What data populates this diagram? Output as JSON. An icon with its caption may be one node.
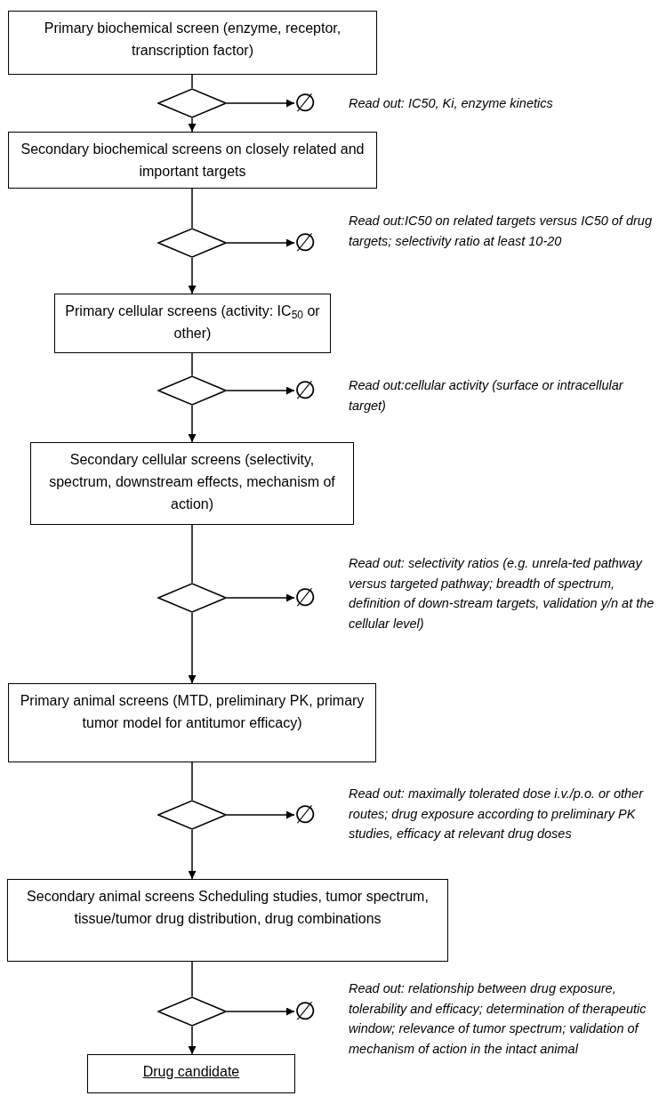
{
  "diagram": {
    "nodes": [
      {
        "text": [
          "Primary biochemical screen (enzyme, receptor, transcription factor)"
        ]
      },
      {
        "text": [],
        "shape": "diamond"
      },
      {
        "text": [
          "∅"
        ]
      },
      {
        "text": [
          "Secondary biochemical screens on closely related and important targets"
        ]
      },
      {
        "text": [],
        "shape": "diamond"
      },
      {
        "text": [
          "∅"
        ]
      },
      {
        "text": [
          "Primary cellular screens (activity: IC$_{50}$ or other)"
        ]
      },
      {
        "text": [],
        "shape": "diamond"
      },
      {
        "text": [
          "∅"
        ]
      },
      {
        "text": [
          "Secondary cellular screens (selectivity, spectrum, downstream effects, mechanism of action)"
        ]
      },
      {
        "text": [],
        "shape": "diamond"
      },
      {
        "text": [
          "∅"
        ]
      },
      {
        "text": [
          "Primary animal screens (MTD, preliminary PK, primary tumor model for antitumor efficacy)"
        ]
      },
      {
        "text": [],
        "shape": "diamond"
      },
      {
        "text": [
          "∅"
        ]
      },
      {
        "text": [
          "Secondary animal screens Scheduling studies, tumor spectrum, tissue/tumor drug distribution, drug combinations"
        ]
      },
      {
        "text": [],
        "shape": "diamond"
      },
      {
        "text": [
          "∅"
        ]
      },
      {
        "text": [
          "Drug candidate"
        ]
      }
    ],
    "edges": [
      {
        "from": 0,
        "to": 1,
        "arrow": "none"
      },
      {
        "from": 1,
        "to": 2,
        "arrow": "to"
      },
      {
        "from": 1,
        "to": 3,
        "arrow": "to"
      },
      {
        "from": 3,
        "to": 4,
        "arrow": "none"
      },
      {
        "from": 4,
        "to": 5,
        "arrow": "to"
      },
      {
        "from": 4,
        "to": 6,
        "arrow": "to"
      },
      {
        "from": 6,
        "to": 7,
        "arrow": "none"
      },
      {
        "from": 7,
        "to": 8,
        "arrow": "to"
      },
      {
        "from": 7,
        "to": 9,
        "arrow": "to"
      },
      {
        "from": 9,
        "to": 10,
        "arrow": "none"
      },
      {
        "from": 10,
        "to": 11,
        "arrow": "to"
      },
      {
        "from": 10,
        "to": 12,
        "arrow": "to"
      },
      {
        "from": 12,
        "to": 13,
        "arrow": "none"
      },
      {
        "from": 13,
        "to": 14,
        "arrow": "to"
      },
      {
        "from": 13,
        "to": 15,
        "arrow": "to"
      },
      {
        "from": 15,
        "to": 16,
        "arrow": "none"
      },
      {
        "from": 16,
        "to": 17,
        "arrow": "to"
      },
      {
        "from": 16,
        "to": 18,
        "arrow": "to"
      }
    ],
    "labels": [
      "Read out: IC50, Ki, enzyme kinetics",
      "Read out:IC50 on related targets versus IC50 of drug targets; selectivity ratio at least 10-20",
      "Read out:cellular activity (surface or intracellular target)",
      "Read out: selectivity ratios (e.g. unrela-ted pathway versus targeted pathway; breadth of spectrum, definition of down-stream targets, validation y/n at the cellular level)",
      "Read out: maximally tolerated dose i.v./p.o. or other routes; drug exposure according to preliminary PK studies, efficacy at relevant drug doses",
      "Read out: relationship between drug exposure, tolerability and efficacy; determination of therapeutic window; relevance of tumor spectrum; validation of mechanism of action in the intact animal"
    ]
  }
}
